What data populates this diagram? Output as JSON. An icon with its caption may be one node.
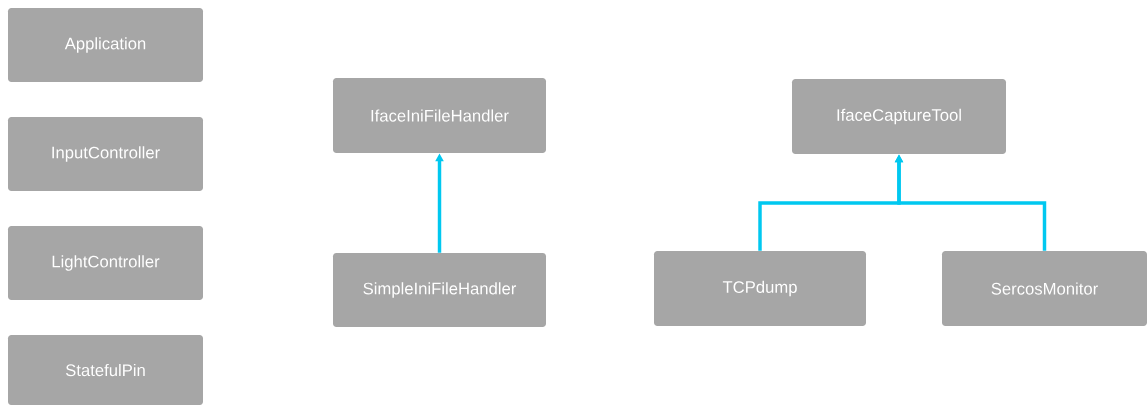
{
  "diagram": {
    "nodes": [
      {
        "text": [
          "Application"
        ]
      },
      {
        "text": [
          "InputController"
        ]
      },
      {
        "text": [
          "LightController"
        ]
      },
      {
        "text": [
          "StatefulPin"
        ]
      },
      {
        "text": [
          "IfaceIniFileHandler"
        ]
      },
      {
        "text": [
          "SimpleIniFileHandler"
        ]
      },
      {
        "text": [
          "IfaceCaptureTool"
        ]
      },
      {
        "text": [
          "TCPdump"
        ]
      },
      {
        "text": [
          "SercosMonitor"
        ]
      }
    ],
    "edges": [
      {
        "from": 5,
        "to": 4,
        "arrow": "to"
      },
      {
        "from": 7,
        "to": 6,
        "arrow": "to"
      },
      {
        "from": 8,
        "to": 6,
        "arrow": "to"
      }
    ]
  }
}
